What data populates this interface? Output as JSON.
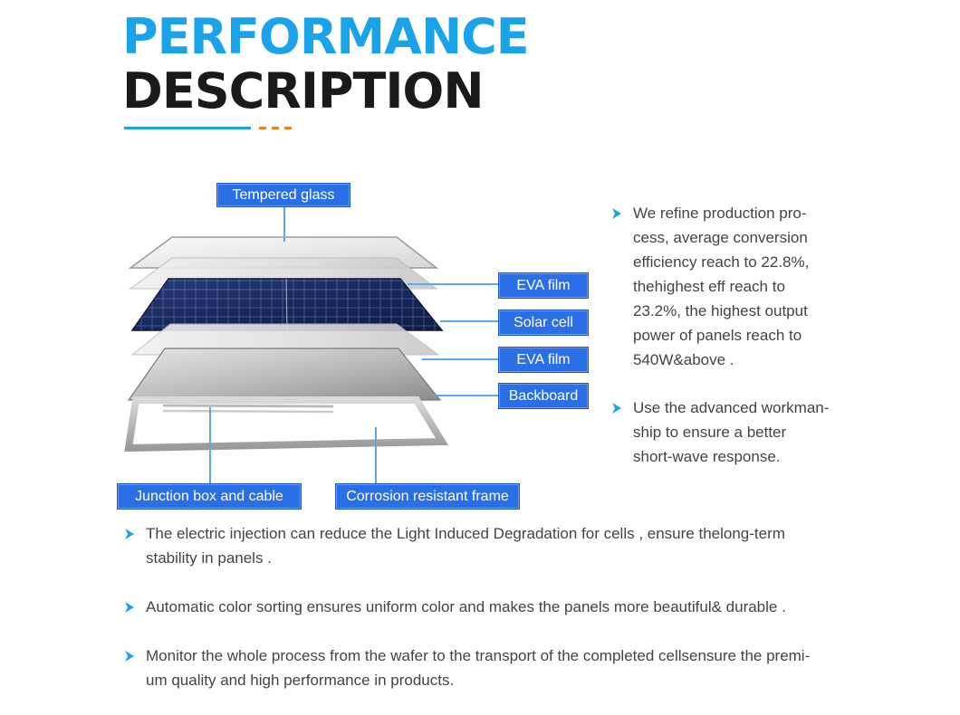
{
  "header": {
    "title_line1": "PERFORMANCE",
    "title_line2": "DESCRIPTION"
  },
  "colors": {
    "accent_blue": "#1aa3e8",
    "accent_orange": "#ef7d22",
    "label_blue": "#2b6fe6",
    "text_dark": "#1a1a1a",
    "text_body": "#444444"
  },
  "diagram": {
    "labels": {
      "tempered_glass": "Tempered glass",
      "eva_film_top": "EVA film",
      "solar_cell": "Solar cell",
      "eva_film_bottom": "EVA film",
      "backboard": "Backboard",
      "junction_box": "Junction box and cable",
      "frame": "Corrosion resistant frame"
    }
  },
  "bullets": {
    "right": [
      "We refine production pro-\ncess, average conversion\nefficiency reach to 22.8%,\nthehighest eff reach to\n23.2%, the highest output\npower of panels reach to\n540W&above .",
      "Use the advanced workman-\nship to ensure a better\nshort-wave response."
    ],
    "bottom": [
      "The electric injection can reduce the Light Induced Degradation for cells , ensure thelong-term\nstability in panels .",
      "Automatic color sorting ensures uniform color and makes the panels more beautiful& durable .",
      "Monitor the whole process from the wafer to the transport of the completed cellsensure the premi-\num quality and high performance in products."
    ]
  }
}
